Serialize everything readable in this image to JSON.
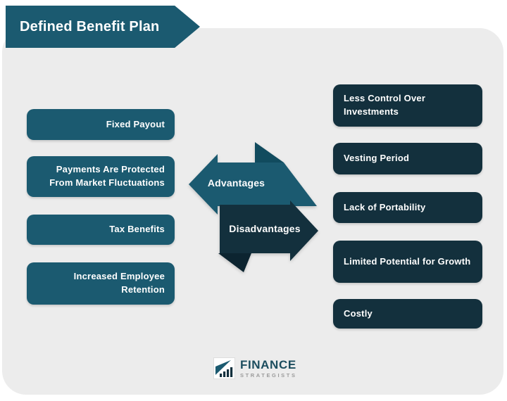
{
  "title": "Defined Benefit Plan",
  "advantages": {
    "label": "Advantages",
    "items": [
      "Fixed Payout",
      "Payments Are Protected From Market Fluctuations",
      "Tax Benefits",
      "Increased Employee Retention"
    ]
  },
  "disadvantages": {
    "label": "Disadvantages",
    "items": [
      "Less Control Over Investments",
      "Vesting Period",
      "Lack of Portability",
      "Limited Potential for Growth",
      "Costly"
    ]
  },
  "logo": {
    "brand": "FINANCE",
    "brand_sub": "STRATEGISTS"
  },
  "colors": {
    "teal": "#1B5A70",
    "teal_fold": "#114B5E",
    "navy": "#13303D",
    "navy_fold": "#0C2430",
    "panel": "#ECECEC",
    "text_on_dark": "#FFFFFF",
    "logo_text": "#1C4D5E",
    "logo_sub": "#9B9B9B"
  }
}
